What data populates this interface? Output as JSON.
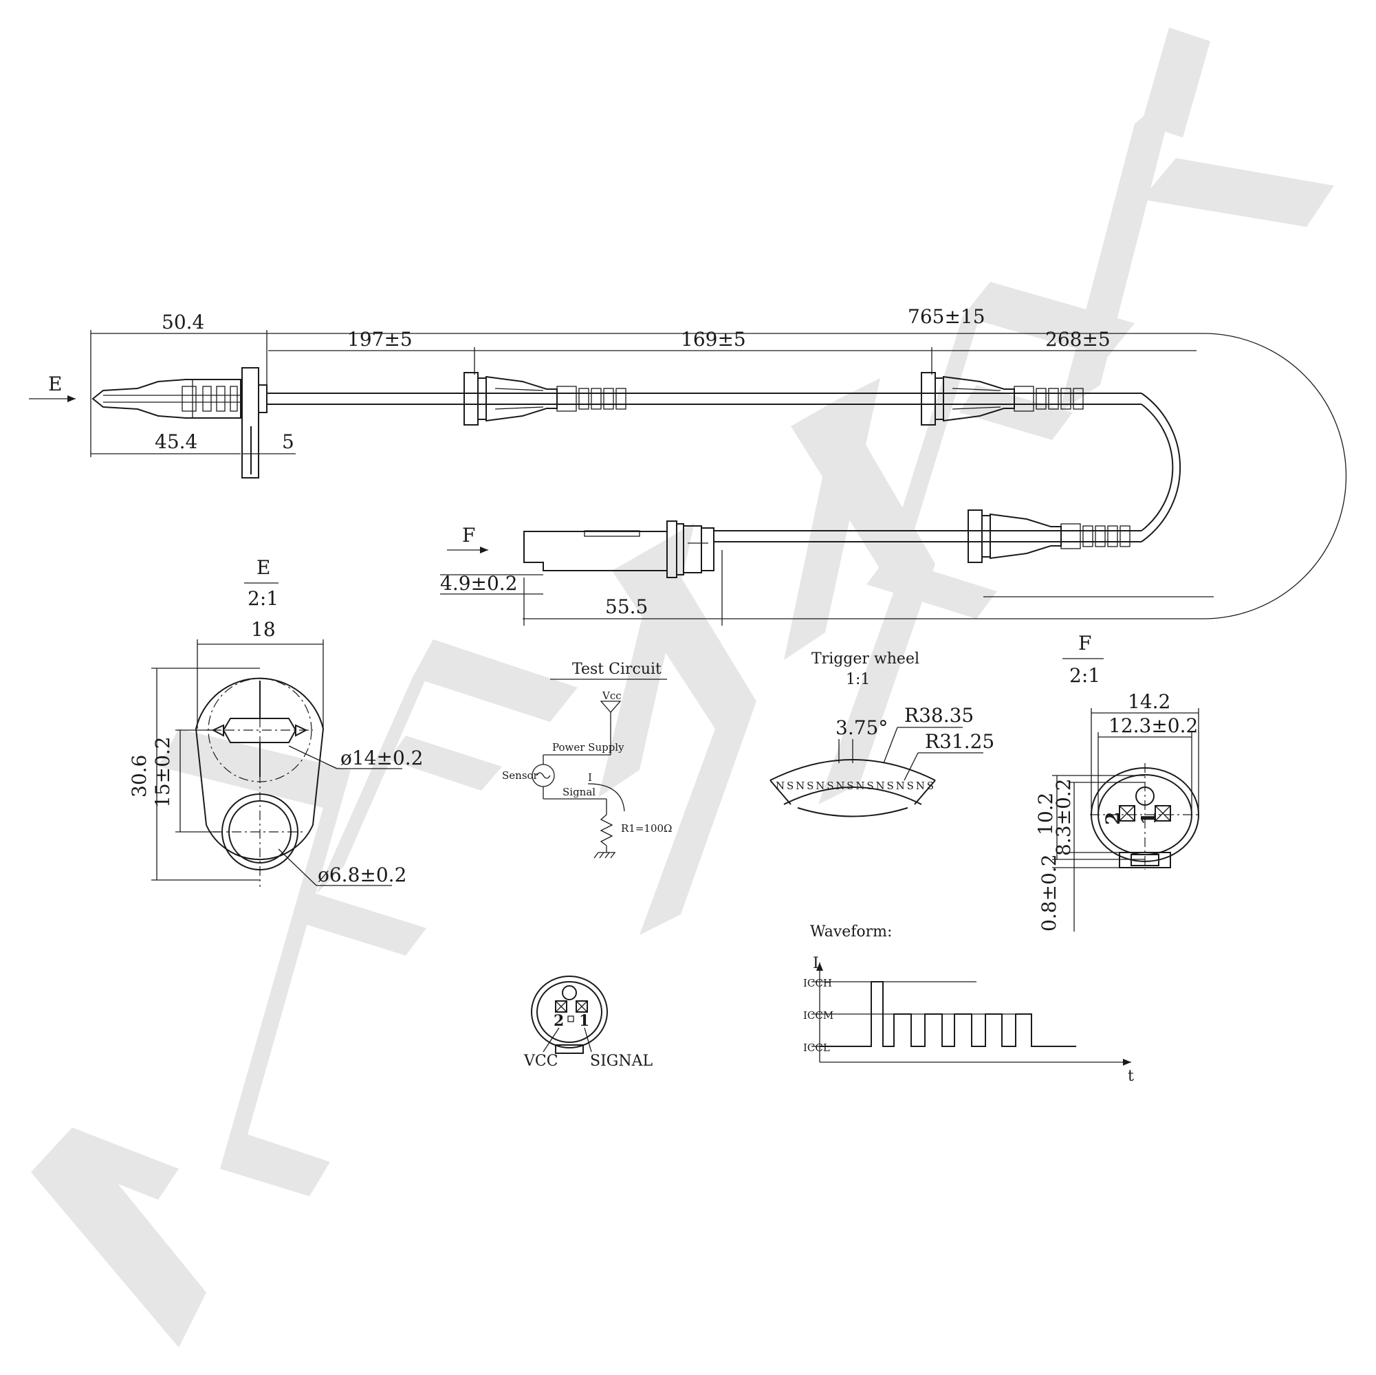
{
  "watermark": {
    "text": "ZENNEK",
    "color": "#e6e6e6"
  },
  "line_color": "#1a1a1a",
  "main_view": {
    "left_arrow_label": "E",
    "dims": {
      "d1": "50.4",
      "d2": "45.4",
      "d3": "5",
      "d4": "197±5",
      "d5": "169±5",
      "d6": "765±15",
      "d7": "268±5",
      "d8": "4.9±0.2",
      "d9": "55.5"
    },
    "lower_arrow_label": "F"
  },
  "view_e": {
    "title": "E",
    "scale": "2:1",
    "dims": {
      "width": "18",
      "height": "30.6",
      "offset": "15±0.2",
      "diam_large": "ø14±0.2",
      "diam_small": "ø6.8±0.2"
    }
  },
  "test_circuit": {
    "title": "Test Circuit",
    "vcc": "Vcc",
    "power_supply": "Power Supply",
    "sensor": "Sensor",
    "current": "I",
    "signal": "Signal",
    "resistor": "R1=100Ω"
  },
  "trigger_wheel": {
    "title": "Trigger wheel",
    "scale": "1:1",
    "angle": "3.75°",
    "r_outer": "R38.35",
    "r_inner": "R31.25",
    "poles": "NSNSNSNSNSNSNSNS"
  },
  "view_f": {
    "title": "F",
    "scale": "2:1",
    "dims": {
      "outer_width": "14.2",
      "inner_width": "12.3±0.2",
      "height": "10.2",
      "inner_height": "8.3±0.2",
      "clip": "0.8±0.2"
    },
    "pins": [
      "2",
      "1"
    ]
  },
  "connector_pinout": {
    "pins": [
      "2",
      "1"
    ],
    "vcc": "VCC",
    "signal": "SIGNAL"
  },
  "waveform": {
    "title": "Waveform:",
    "y_axis": "I",
    "x_axis": "t",
    "levels": [
      "ICCH",
      "ICCM",
      "ICCL"
    ]
  }
}
